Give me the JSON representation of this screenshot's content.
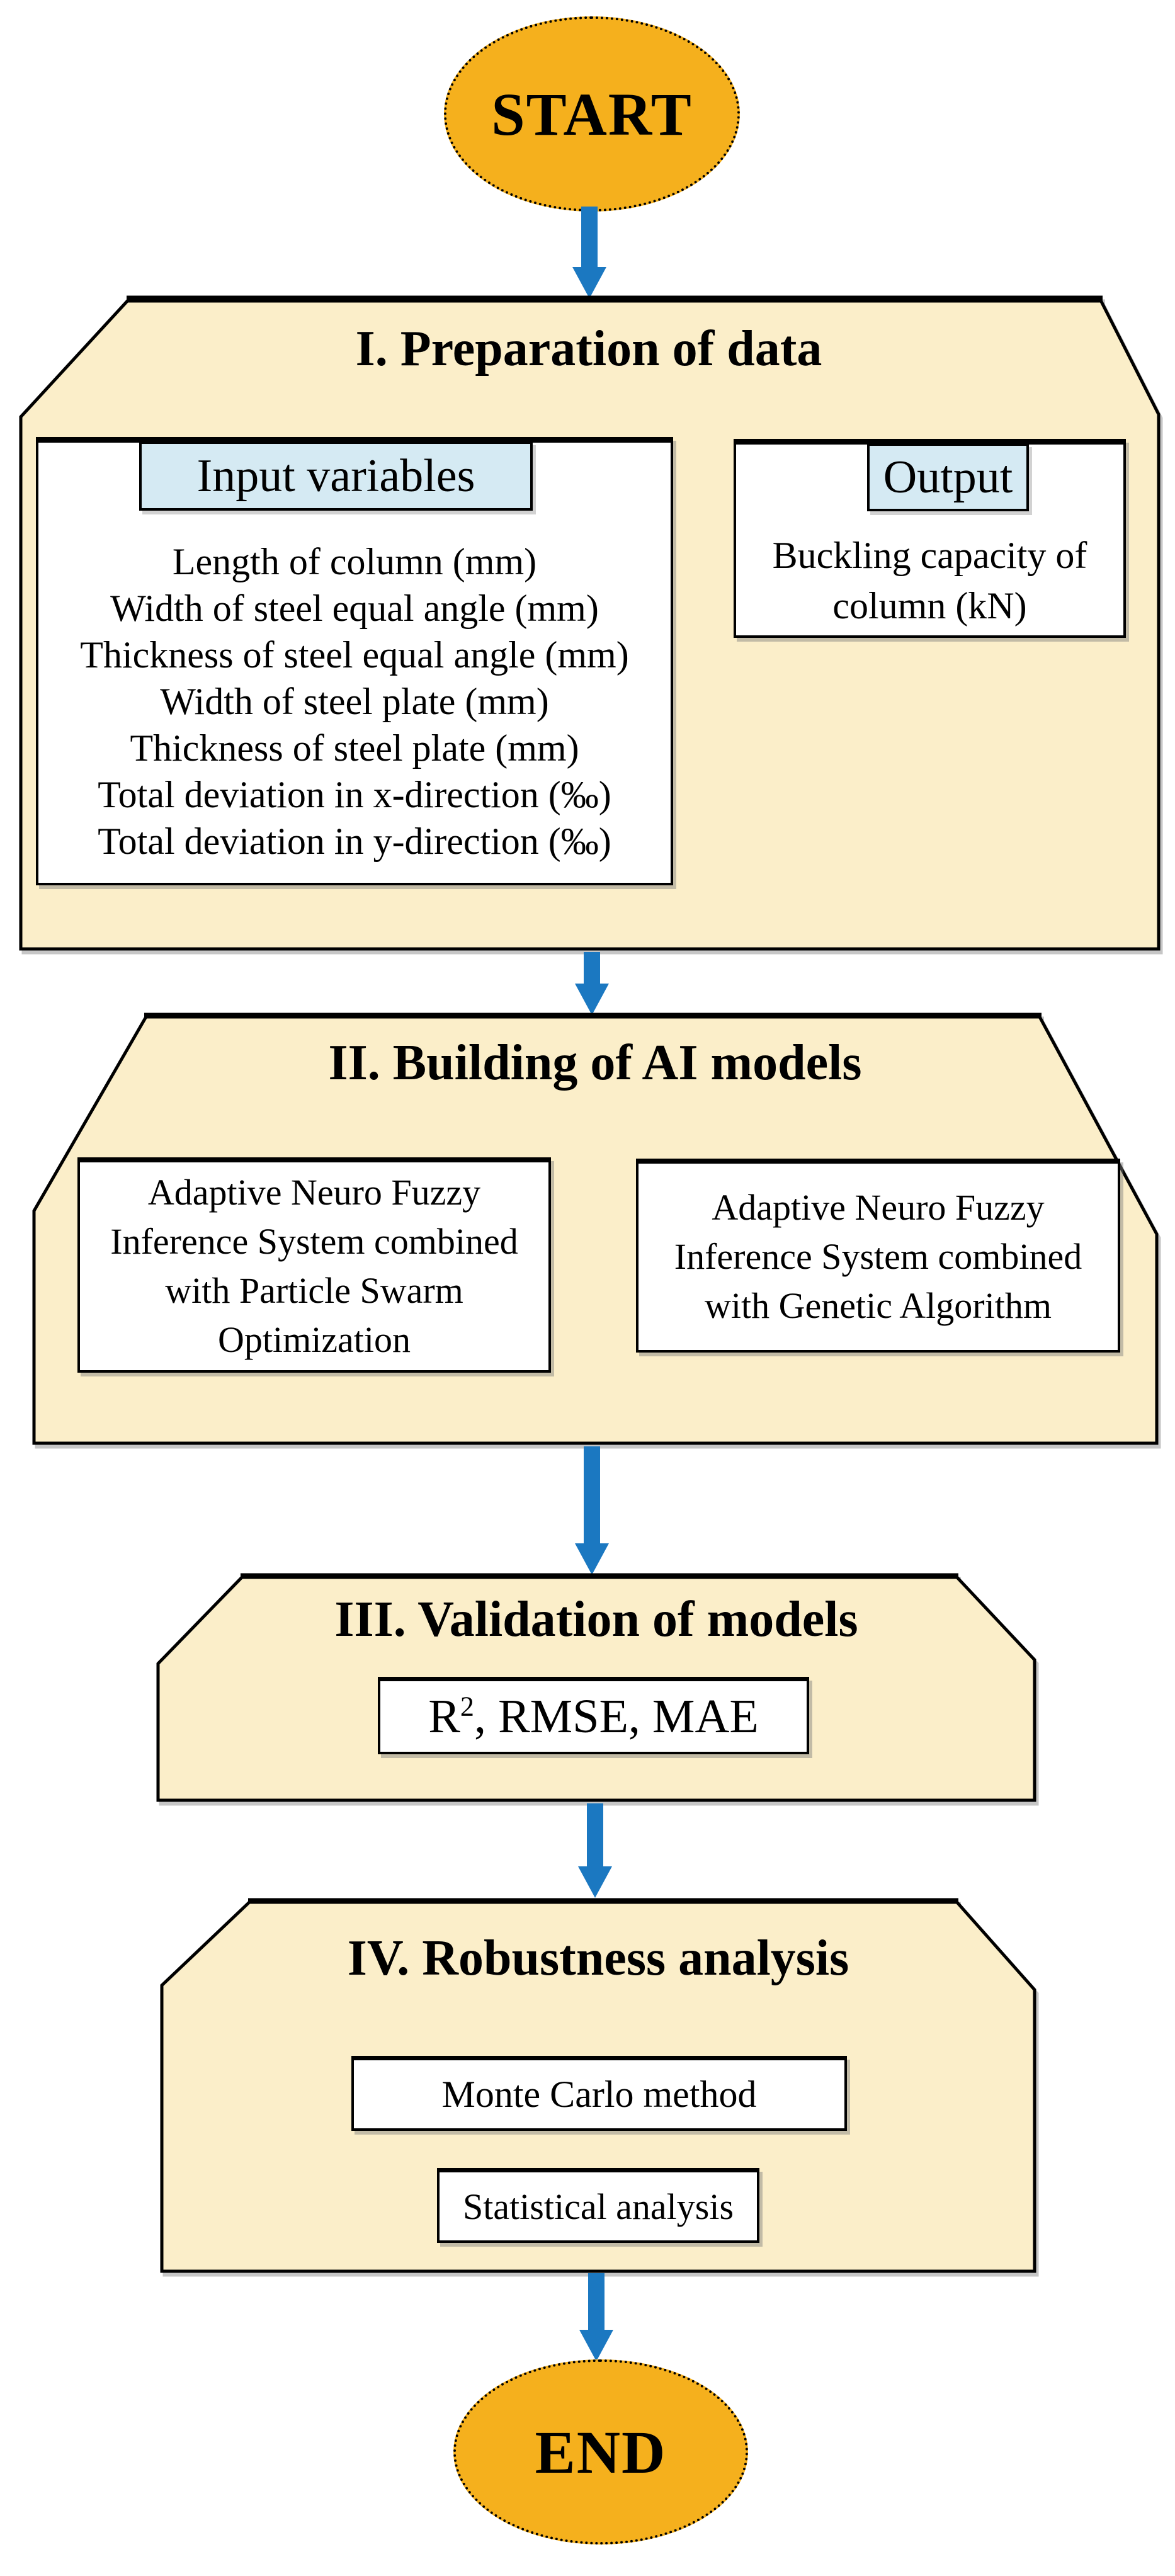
{
  "palette": {
    "node_orange": "#F5B01D",
    "section_cream": "#FBEEC9",
    "header_blue": "#D5EAF3",
    "arrow_blue": "#1B78C1",
    "border_black": "#000000"
  },
  "start": {
    "label": "START"
  },
  "end": {
    "label": "END"
  },
  "sections": {
    "preparation": {
      "title": "I. Preparation of data",
      "input": {
        "header": "Input variables",
        "items": [
          "Length of column (mm)",
          "Width of steel equal angle (mm)",
          "Thickness of steel equal angle (mm)",
          "Width of steel plate (mm)",
          "Thickness of steel plate (mm)",
          "Total deviation in x-direction (‰)",
          "Total deviation in y-direction (‰)"
        ]
      },
      "output": {
        "header": "Output",
        "text": "Buckling capacity of column (kN)"
      }
    },
    "building": {
      "title": "II. Building of AI models",
      "left_model": "Adaptive Neuro Fuzzy Inference System combined with Particle Swarm Optimization",
      "right_model": "Adaptive Neuro Fuzzy Inference System combined with Genetic Algorithm"
    },
    "validation": {
      "title": "III. Validation of models",
      "metric_base": "R",
      "metric_sup": "2",
      "metric_rest": ", RMSE, MAE"
    },
    "robustness": {
      "title": "IV. Robustness analysis",
      "method_1": "Monte Carlo method",
      "method_2": "Statistical analysis"
    }
  }
}
